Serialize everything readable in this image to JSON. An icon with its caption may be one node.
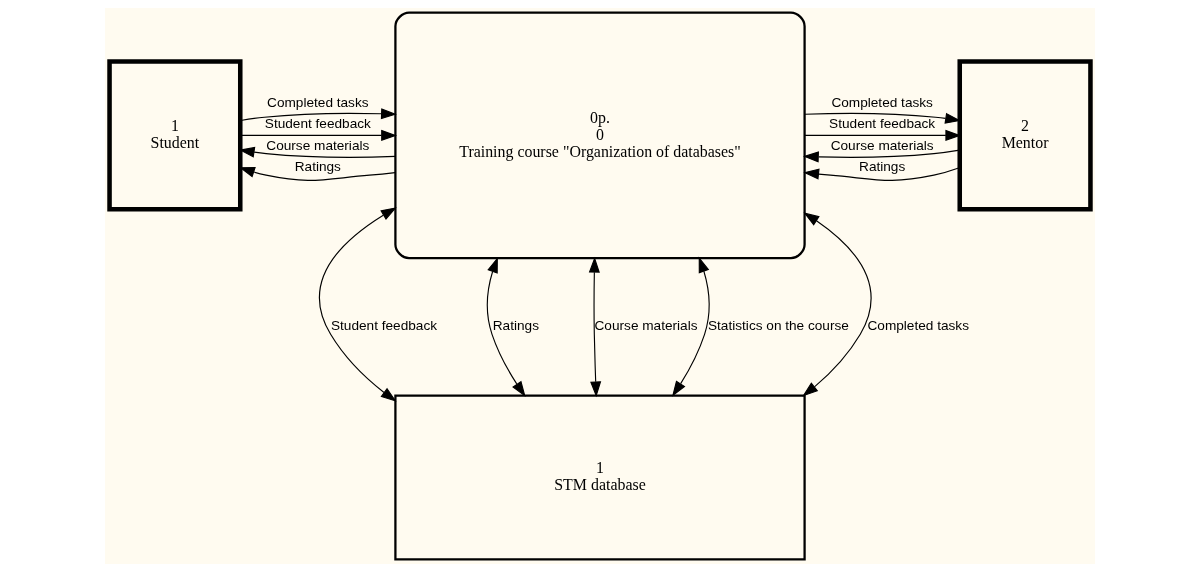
{
  "diagram": {
    "nodes": [
      {
        "text": [
          "1",
          "Student"
        ]
      },
      {
        "text": [
          "0p.",
          "0",
          "Training course \"Organization of databases\""
        ]
      },
      {
        "text": [
          "2",
          "Mentor"
        ]
      },
      {
        "text": [
          "1",
          "STM database"
        ]
      }
    ],
    "edges": [
      {
        "from": 1,
        "to": 0,
        "arrow": "to",
        "label": "Ratings"
      },
      {
        "from": 1,
        "to": 0,
        "arrow": "to",
        "label": "Course materials"
      },
      {
        "from": 0,
        "to": 1,
        "arrow": "to",
        "label": "Completed tasks"
      },
      {
        "from": 0,
        "to": 1,
        "arrow": "to",
        "label": "Student feedback"
      },
      {
        "from": 2,
        "to": 1,
        "arrow": "to",
        "label": "Course materials"
      },
      {
        "from": 2,
        "to": 1,
        "arrow": "to",
        "label": "Ratings"
      },
      {
        "from": 1,
        "to": 2,
        "arrow": "to",
        "label": "Completed tasks"
      },
      {
        "from": 1,
        "to": 2,
        "arrow": "to",
        "label": "Student feedback"
      },
      {
        "from": 1,
        "to": 3,
        "arrow": "both",
        "label": "Student feedback"
      },
      {
        "from": 1,
        "to": 3,
        "arrow": "both",
        "label": "Ratings"
      },
      {
        "from": 1,
        "to": 3,
        "arrow": "both",
        "label": "Course materials"
      },
      {
        "from": 1,
        "to": 3,
        "arrow": "both",
        "label": "Statistics on the course"
      },
      {
        "from": 1,
        "to": 3,
        "arrow": "both",
        "label": "Completed tasks"
      }
    ]
  }
}
